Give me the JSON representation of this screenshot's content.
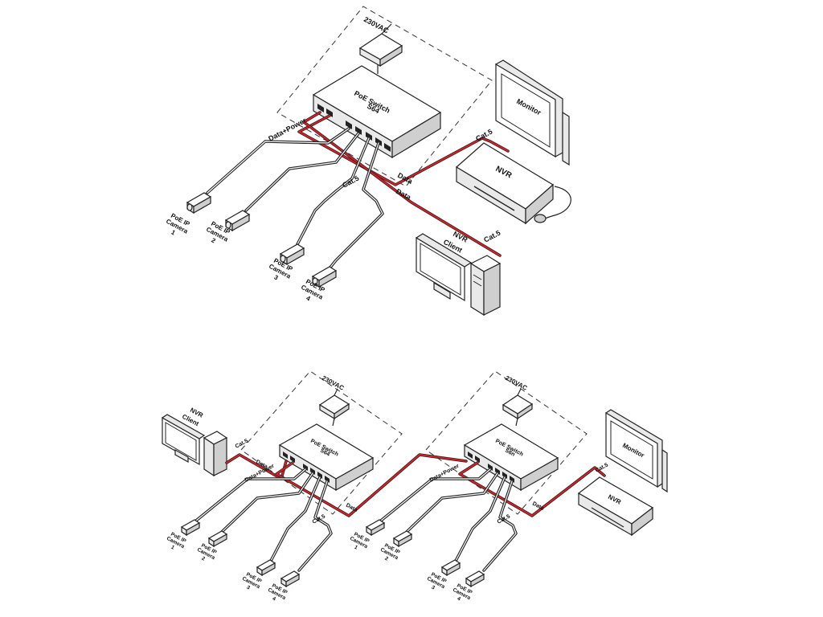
{
  "labels": {
    "power": "230VAC",
    "switch_name": "PoE Switch",
    "switch_model": "S64",
    "switch_model_alt": "S64",
    "switch_model_alt2": "S6n",
    "data_power": "Data+Power",
    "data": "Data",
    "cat5": "Cat.5",
    "monitor": "Monitor",
    "nvr": "NVR",
    "nvr_client_line1": "NVR",
    "nvr_client_line2": "Client",
    "cam_line1": "PoE IP",
    "cam_line2": "Camera",
    "cam_nums": [
      "1",
      "2",
      "3",
      "4"
    ]
  },
  "colors": {
    "line": "#222222",
    "data_red": "#d81f26",
    "background": "#ffffff"
  },
  "icons": [
    "power-adapter-icon",
    "poe-switch-icon",
    "ip-camera-icon",
    "nvr-icon",
    "monitor-icon",
    "pc-client-icon",
    "mouse-icon"
  ]
}
